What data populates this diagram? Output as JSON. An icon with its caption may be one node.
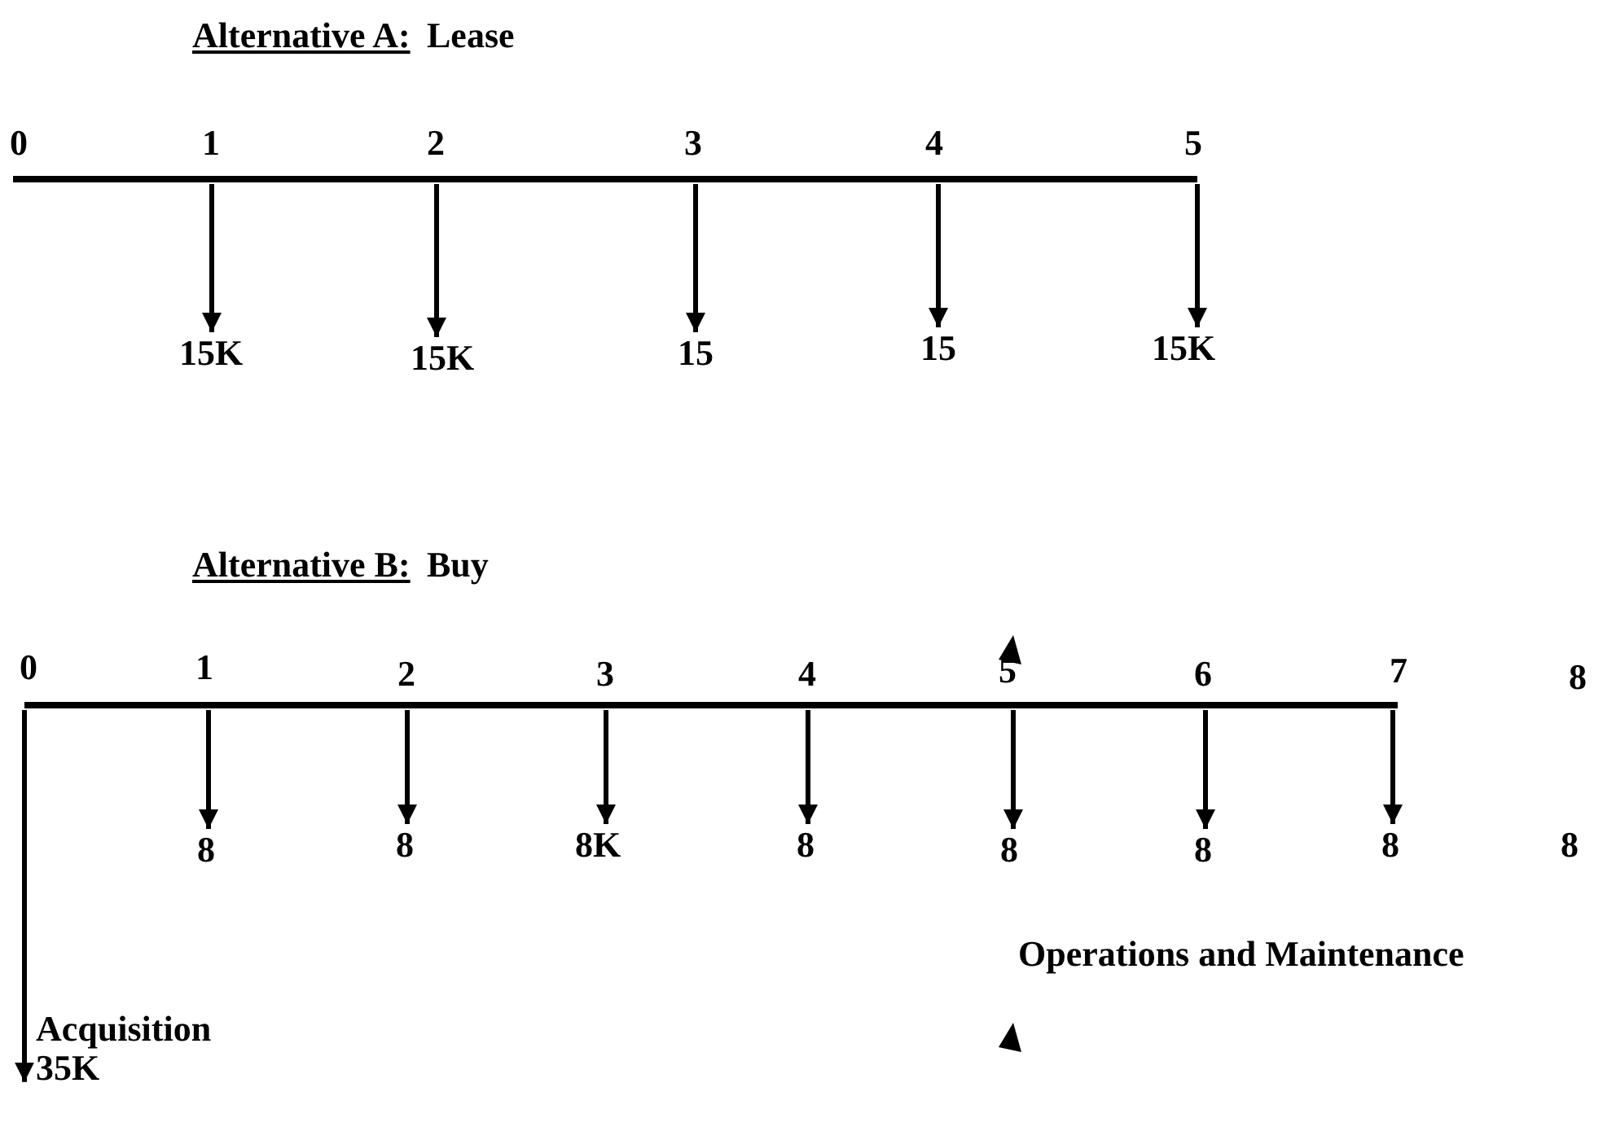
{
  "diagram": {
    "nodes": [
      {
        "text": [
          "15K"
        ]
      },
      {
        "text": [
          "15K"
        ]
      },
      {
        "text": [
          "15"
        ]
      },
      {
        "text": [
          "15"
        ]
      },
      {
        "text": [
          "15K"
        ]
      },
      {
        "text": [
          "8"
        ]
      },
      {
        "text": [
          "8"
        ]
      },
      {
        "text": [
          "8K"
        ]
      },
      {
        "text": [
          "8"
        ]
      },
      {
        "text": [
          "8"
        ]
      },
      {
        "text": [
          "8"
        ]
      },
      {
        "text": [
          "8"
        ]
      },
      {
        "text": [
          "Acquisition",
          "35K"
        ]
      }
    ],
    "edges": [
      {
        "from": null,
        "to": 0,
        "arrow": "to"
      },
      {
        "from": null,
        "to": 1,
        "arrow": "to"
      },
      {
        "from": null,
        "to": 2,
        "arrow": "to"
      },
      {
        "from": null,
        "to": 3,
        "arrow": "to"
      },
      {
        "from": null,
        "to": 4,
        "arrow": "to"
      },
      {
        "from": null,
        "to": 5,
        "arrow": "to"
      },
      {
        "from": null,
        "to": 6,
        "arrow": "to"
      },
      {
        "from": null,
        "to": 7,
        "arrow": "to"
      },
      {
        "from": null,
        "to": 8,
        "arrow": "to"
      },
      {
        "from": null,
        "to": 9,
        "arrow": "to"
      },
      {
        "from": null,
        "to": 10,
        "arrow": "to"
      },
      {
        "from": null,
        "to": 11,
        "arrow": "to"
      },
      {
        "from": null,
        "to": 12,
        "arrow": "to"
      }
    ],
    "labels": [
      "Alternative A:",
      "Lease",
      "0",
      "1",
      "2",
      "3",
      "4",
      "5",
      "Alternative B:",
      "Buy",
      "0",
      "1",
      "2",
      "3",
      "4",
      "5",
      "6",
      "7",
      "8",
      "8",
      "Operations and Maintenance"
    ]
  }
}
